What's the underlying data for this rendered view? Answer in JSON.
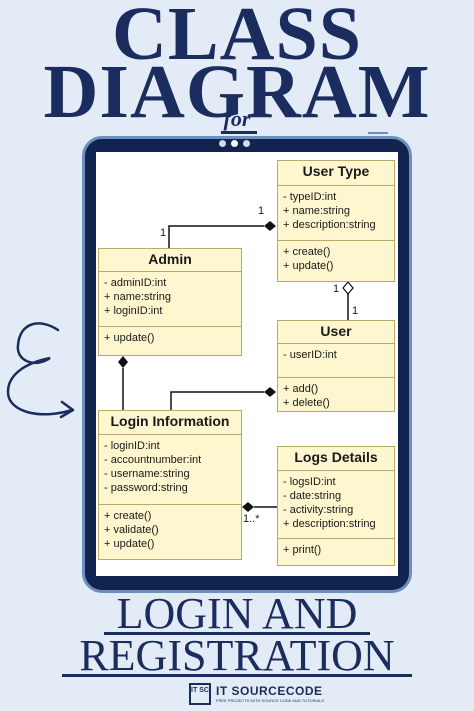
{
  "header": {
    "line1": "CLASS",
    "line2": "DIAGRAM",
    "for": "for"
  },
  "footer": {
    "line1": "LOGIN AND",
    "line2": "REGISTRATION"
  },
  "brand": {
    "mark": "IT SC",
    "name": "IT SOURCECODE",
    "tagline": "FREE PROJECTS WITH SOURCE CODE AND TUTORIALS"
  },
  "classes": {
    "user_type": {
      "name": "User Type",
      "attributes": [
        "- typeID:int",
        "+ name:string",
        "+ description:string"
      ],
      "methods": [
        "+ create()",
        "+ update()"
      ]
    },
    "admin": {
      "name": "Admin",
      "attributes": [
        "- adminID:int",
        "+ name:string",
        "+ loginID:int"
      ],
      "methods": [
        "+ update()"
      ]
    },
    "user": {
      "name": "User",
      "attributes": [
        "- userID:int"
      ],
      "methods": [
        "+ add()",
        "+ delete()"
      ]
    },
    "login_information": {
      "name": "Login Information",
      "attributes": [
        "- loginID:int",
        "- accountnumber:int",
        "- username:string",
        "- password:string"
      ],
      "methods": [
        "+ create()",
        "+ validate()",
        "+ update()"
      ]
    },
    "logs_details": {
      "name": "Logs Details",
      "attributes": [
        "- logsID:int",
        "- date:string",
        "- activity:string",
        "+ description:string"
      ],
      "methods": [
        "+ print()"
      ]
    }
  },
  "multiplicities": {
    "admin_usertype_admin": "1",
    "admin_usertype_usertype": "1",
    "usertype_user_top": "1",
    "usertype_user_bottom": "1",
    "login_logs": "1..*"
  },
  "colors": {
    "navy": "#1b2d5e",
    "tablet": "#10244f",
    "class_fill": "#fdf6cf",
    "class_border": "#b9a96a",
    "background": "#e3ecf6"
  }
}
